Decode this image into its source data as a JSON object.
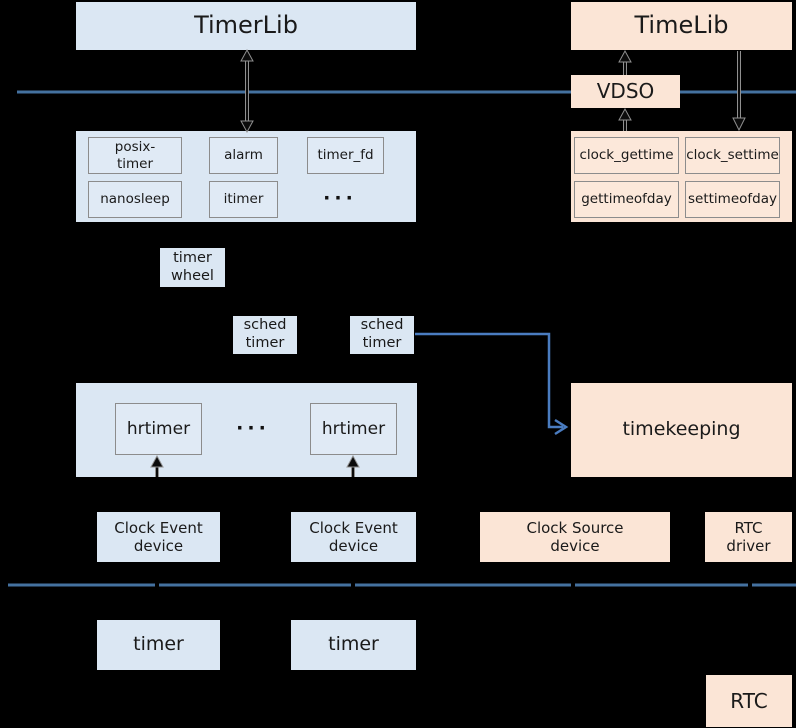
{
  "colors": {
    "background": "#000000",
    "blue_box_fill": "#dbe7f3",
    "orange_box_fill": "#fbe5d6",
    "inner_box_border": "#8c8c8c",
    "boundary_line_blue": "#44719f",
    "connector_blue": "#4a7cc0",
    "arrow_black": "#0b0b0b"
  },
  "nodes": {
    "timerlib": "TimerLib",
    "timelib": "TimeLib",
    "vdso": "VDSO",
    "posix_timer": "posix-\ntimer",
    "alarm": "alarm",
    "timer_fd": "timer_fd",
    "nanosleep": "nanosleep",
    "itimer": "itimer",
    "dots_syscalls": "···",
    "clock_gettime": "clock_gettime",
    "clock_settime": "clock_settime",
    "gettimeofday": "gettimeofday",
    "settimeofday": "settimeofday",
    "timer_wheel": "timer\nwheel",
    "sched_timer_1": "sched\ntimer",
    "sched_timer_2": "sched\ntimer",
    "hrtimer_1": "hrtimer",
    "hrtimer_2": "hrtimer",
    "dots_hrtimer": "···",
    "timekeeping": "timekeeping",
    "clock_event_1": "Clock Event\ndevice",
    "clock_event_2": "Clock Event\ndevice",
    "clock_source": "Clock Source\ndevice",
    "rtc_driver": "RTC\ndriver",
    "timer_hw_1": "timer",
    "timer_hw_2": "timer",
    "rtc": "RTC"
  }
}
